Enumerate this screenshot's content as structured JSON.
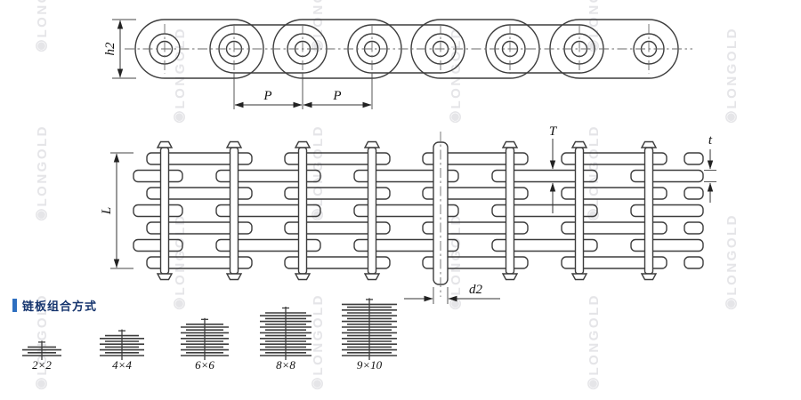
{
  "watermark": {
    "text": "LONGOLD",
    "logo_glyph": "◉"
  },
  "dims": {
    "h2": "h2",
    "p": "P",
    "t_upper": "T",
    "t_lower": "t",
    "l": "L",
    "d2": "d2"
  },
  "section": {
    "title": "链板组合方式",
    "accent_color": "#2e6fc0",
    "text_color": "#16356e"
  },
  "lacing": {
    "labels": [
      "2×2",
      "4×4",
      "6×6",
      "8×8",
      "9×10"
    ]
  }
}
